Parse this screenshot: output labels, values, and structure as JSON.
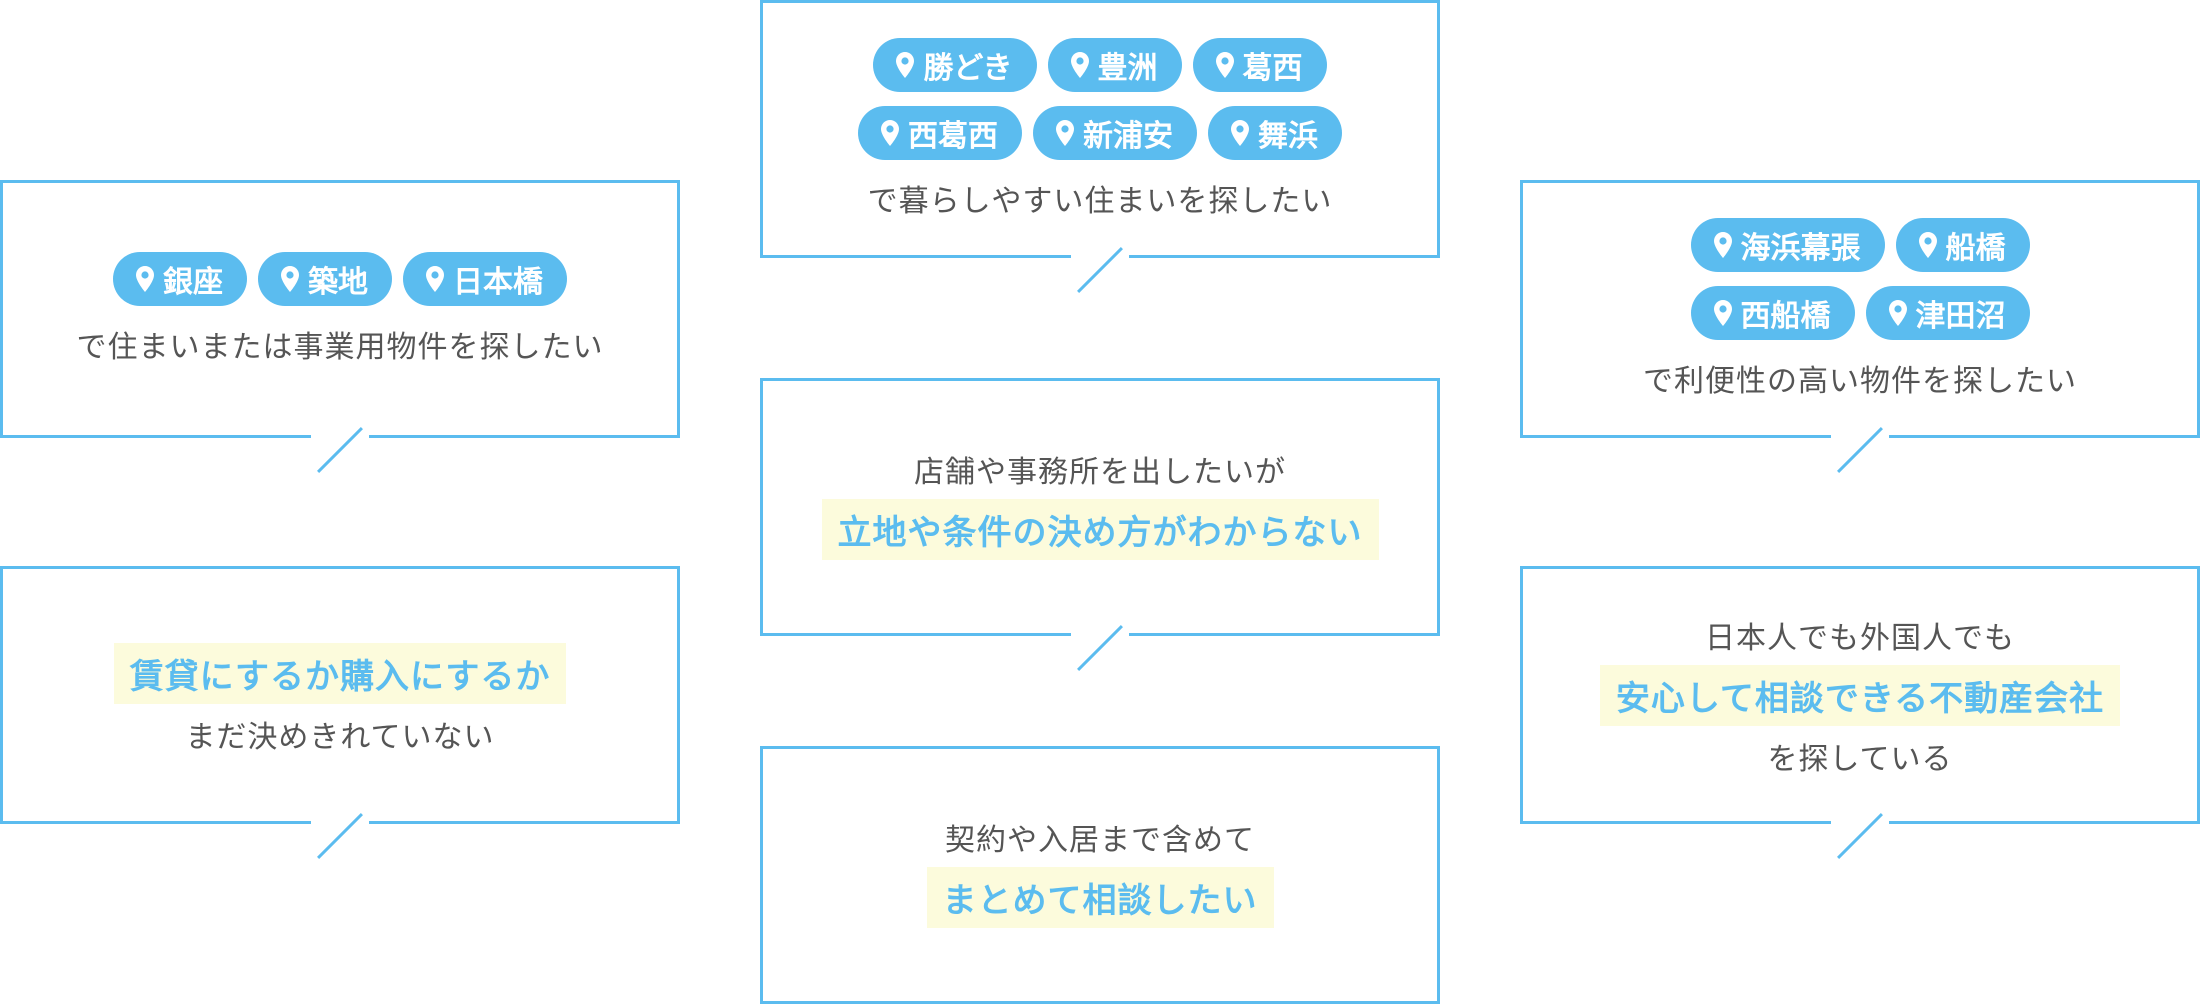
{
  "bubbles": {
    "ginza": {
      "tags": [
        "銀座",
        "築地",
        "日本橋"
      ],
      "lines": [
        "で住まいまたは事業用物件を探したい"
      ]
    },
    "kachidoki": {
      "tags_row1": [
        "勝どき",
        "豊洲",
        "葛西"
      ],
      "tags_row2": [
        "西葛西",
        "新浦安",
        "舞浜"
      ],
      "lines": [
        "で暮らしやすい住まいを探したい"
      ]
    },
    "makuhari": {
      "tags_row1": [
        "海浜幕張",
        "船橋"
      ],
      "tags_row2": [
        "西船橋",
        "津田沼"
      ],
      "lines": [
        "で利便性の高い物件を探したい"
      ]
    },
    "store": {
      "line1": "店舗や事務所を出したいが",
      "highlight": "立地や条件の決め方がわからない"
    },
    "rent": {
      "highlight": "賃貸にするか購入にするか",
      "line2": "まだ決めきれていない"
    },
    "foreign": {
      "line1": "日本人でも外国人でも",
      "highlight": "安心して相談できる不動産会社",
      "line3": "を探している"
    },
    "contract": {
      "line1": "契約や入居まで含めて",
      "highlight": "まとめて相談したい"
    }
  },
  "colors": {
    "accent": "#5bbcef",
    "highlight_bg": "#fcfbdc",
    "text": "#555555"
  },
  "icons": {
    "tag": "map-pin-icon"
  }
}
